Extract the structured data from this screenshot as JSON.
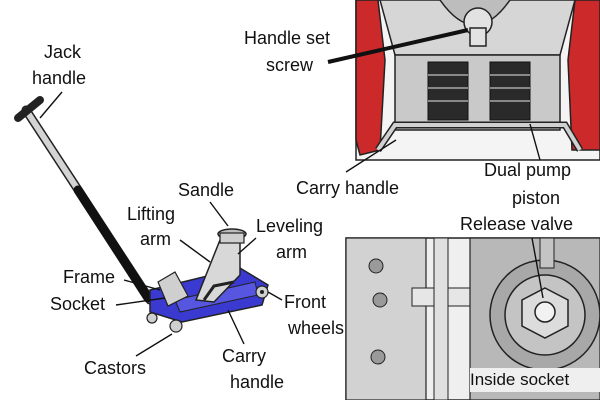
{
  "labels": {
    "jack_handle": [
      "Jack",
      "handle"
    ],
    "sandle": "Sandle",
    "lifting_arm": [
      "Lifting",
      "arm"
    ],
    "leveling_arm": [
      "Leveling",
      "arm"
    ],
    "frame": "Frame",
    "socket": "Socket",
    "front_wheels": [
      "Front",
      "wheels"
    ],
    "castors": "Castors",
    "carry_handle_main": [
      "Carry",
      "handle"
    ],
    "handle_set_screw": [
      "Handle set",
      "screw"
    ],
    "carry_handle_inset": "Carry handle",
    "dual_pump_piston": [
      "Dual pump",
      "piston"
    ],
    "release_valve": "Release valve",
    "inside_socket": "Inside socket"
  },
  "colors": {
    "jack_body_blue": "#3a3ad0",
    "pump_red": "#cc2a2a",
    "metal_gray": "#c8c8c8",
    "metal_dark": "#8a8a8a",
    "outline": "#222222",
    "handle_grip": "#111111"
  }
}
